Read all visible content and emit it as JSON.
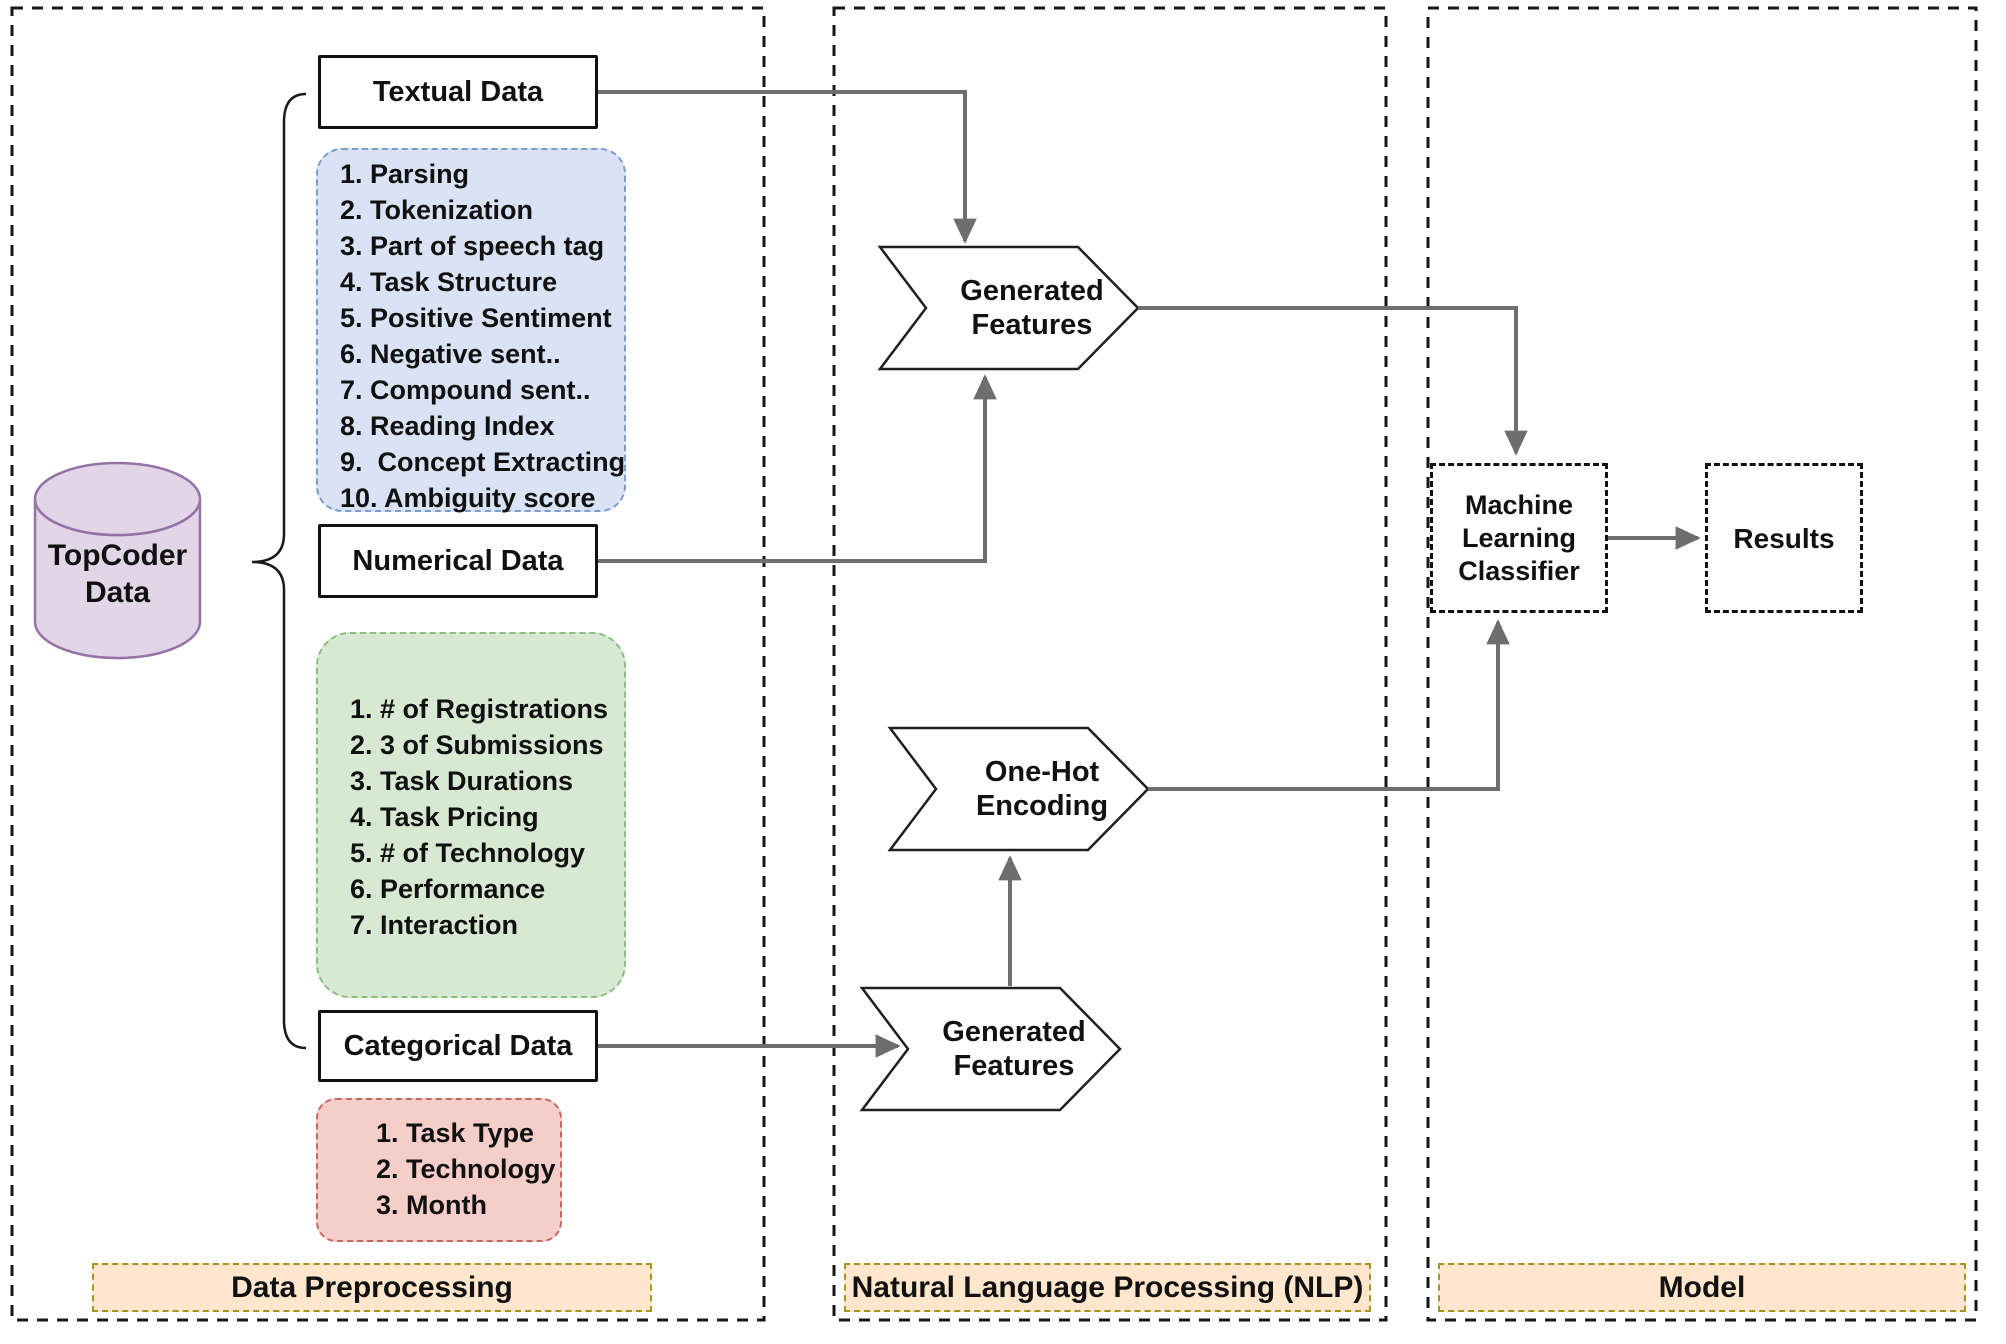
{
  "diagram": {
    "columns": [
      {
        "label": "Data Preprocessing"
      },
      {
        "label": "Natural Language Processing (NLP)"
      },
      {
        "label": "Model"
      }
    ],
    "source_db": {
      "line1": "TopCoder",
      "line2": "Data"
    },
    "data_boxes": {
      "textual": "Textual Data",
      "numerical": "Numerical Data",
      "categorical": "Categorical Data"
    },
    "textual_features": [
      "1. Parsing",
      "2. Tokenization",
      "3. Part of speech tag",
      "4. Task Structure",
      "5. Positive Sentiment",
      "6. Negative sent..",
      "7. Compound sent..",
      "8. Reading Index",
      "9.  Concept Extracting",
      "10. Ambiguity score"
    ],
    "numerical_features": [
      "1. # of Registrations",
      "2. 3 of Submissions",
      "3. Task Durations",
      "4. Task Pricing",
      "5. # of Technology",
      "6. Performance",
      "7. Interaction"
    ],
    "categorical_features": [
      "1. Task Type",
      "2. Technology",
      "3. Month"
    ],
    "nlp_nodes": {
      "generated_features_top": {
        "line1": "Generated",
        "line2": "Features"
      },
      "one_hot_encoding": {
        "line1": "One-Hot",
        "line2": "Encoding"
      },
      "generated_features_bottom": {
        "line1": "Generated",
        "line2": "Features"
      }
    },
    "model_nodes": {
      "classifier": {
        "line1": "Machine",
        "line2": "Learning",
        "line3": "Classifier"
      },
      "results": "Results"
    },
    "colors": {
      "cylinder_fill": "#e1d5e7",
      "cylinder_stroke": "#9673a6",
      "textual_list_fill": "#dae3f5",
      "textual_list_border": "#7e9cc9",
      "numerical_list_fill": "#d7e8d3",
      "numerical_list_border": "#8bbd80",
      "categorical_list_fill": "#f5cdc9",
      "categorical_list_border": "#c26a62",
      "section_bar_fill": "#ffe6cc",
      "section_bar_border": "#a3931f",
      "arrow": "#6e6e6e",
      "shape_stroke": "#1f1f1f"
    }
  }
}
